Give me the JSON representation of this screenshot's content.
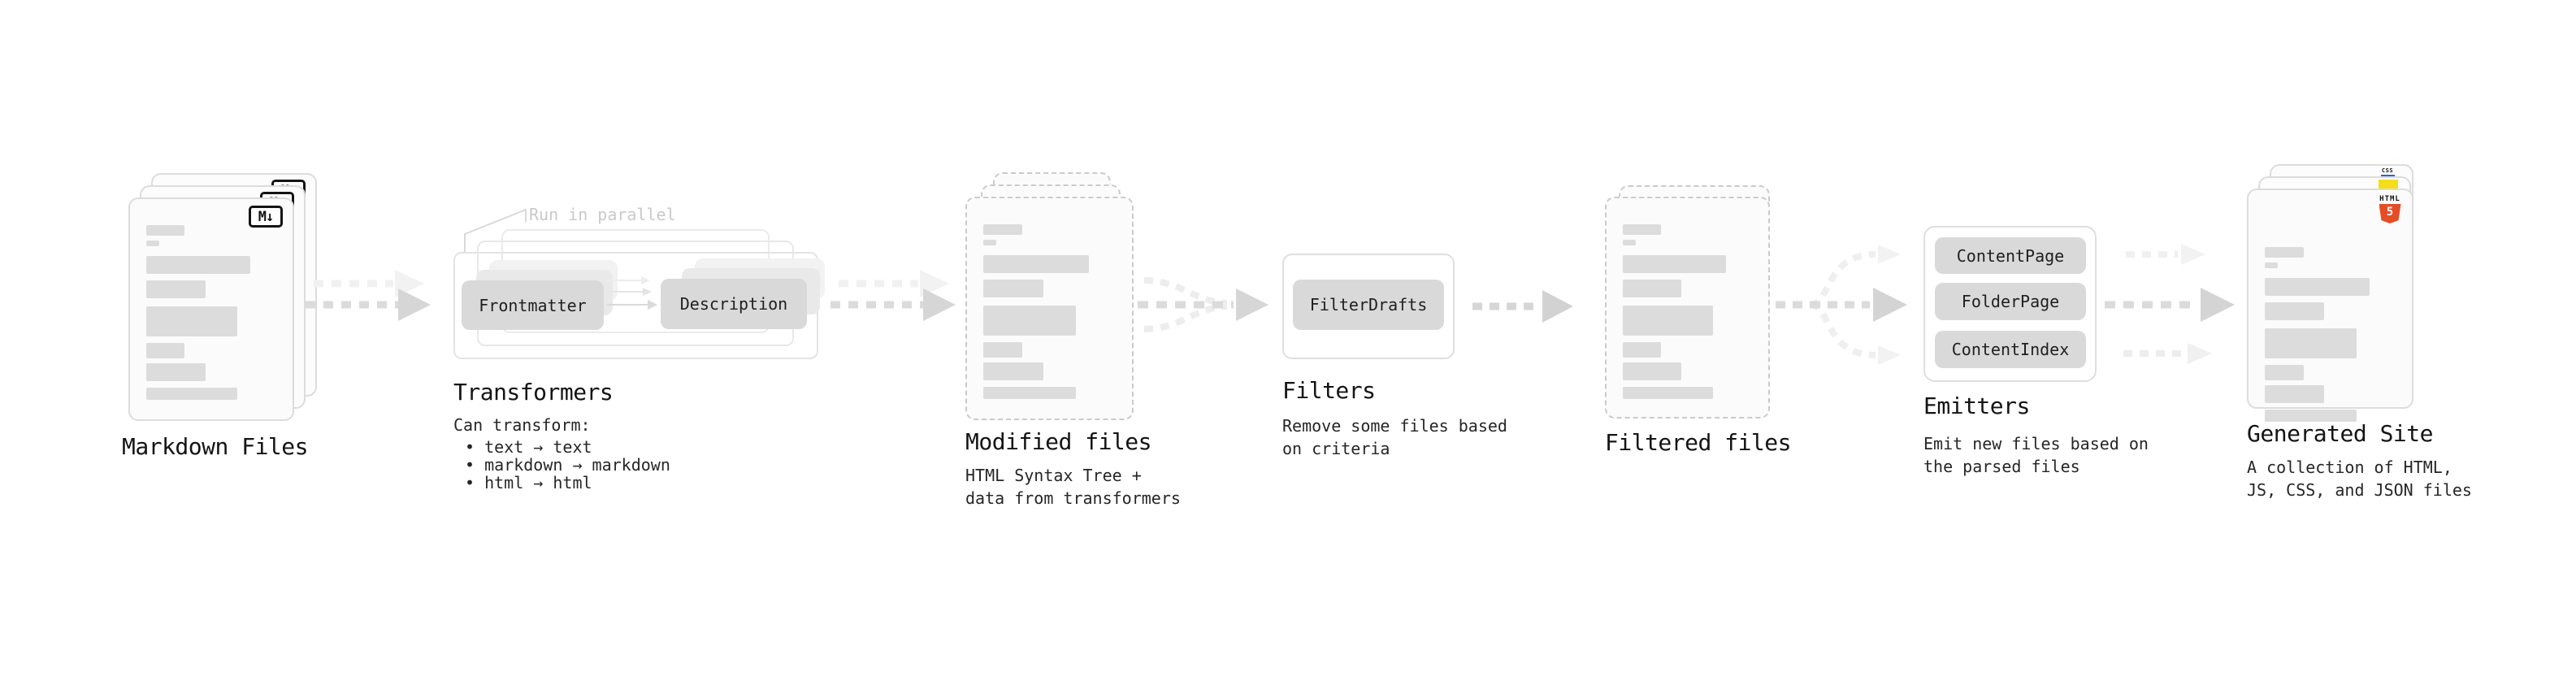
{
  "colors": {
    "html5_orange": "#e44d26",
    "js_yellow": "#f5de19",
    "css_blue": "#2d61e1",
    "arrow_gray": "#d6d6d6",
    "ghost_gray": "#f1f1f1"
  },
  "diagram": {
    "markdown_files": {
      "label": "Markdown Files",
      "badge": "M↓"
    },
    "transformers": {
      "callout": "Run in parallel",
      "pill_left": "Frontmatter",
      "pill_right": "Description",
      "title": "Transformers",
      "desc_heading": "Can transform:",
      "bullets": [
        "• text → text",
        "• markdown → markdown",
        "• html → html"
      ]
    },
    "modified_files": {
      "label": "Modified files",
      "desc": "HTML Syntax Tree +\ndata from transformers"
    },
    "filters": {
      "title": "Filters",
      "pill": "FilterDrafts",
      "desc": "Remove some files based\non criteria"
    },
    "filtered_files": {
      "label": "Filtered files"
    },
    "emitters": {
      "title": "Emitters",
      "pills": [
        "ContentPage",
        "FolderPage",
        "ContentIndex"
      ],
      "desc": "Emit new files based on\nthe parsed files"
    },
    "generated_site": {
      "label": "Generated Site",
      "badge_html_word": "HTML",
      "badge_html_number": "5",
      "badge_css": "CSS",
      "desc": "A collection of HTML,\nJS, CSS, and JSON files"
    }
  }
}
